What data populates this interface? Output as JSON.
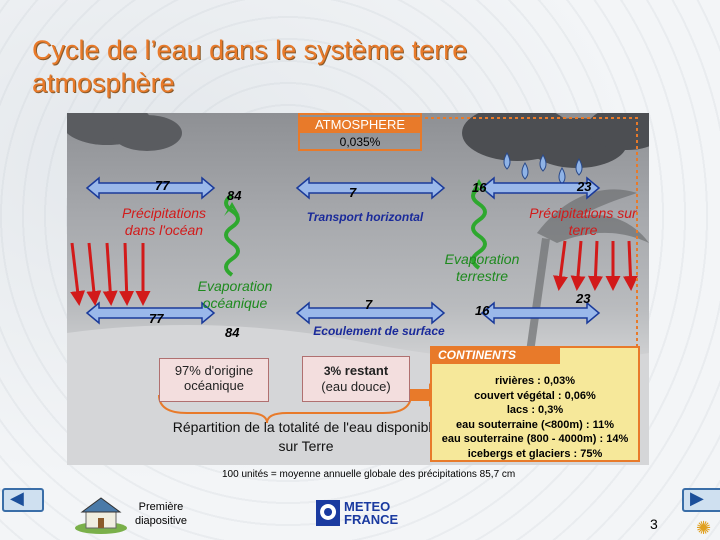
{
  "title": "Cycle de l’eau dans le système terre atmosphère",
  "atmosphere": {
    "label": "ATMOSPHERE",
    "percent": "0,035%"
  },
  "numbers": {
    "ocean_precip_in": "77",
    "ocean_evap_out": "84",
    "transport_top": "7",
    "land_evap_top": "16",
    "land_precip_top": "23",
    "ocean_bottom_left": "77",
    "ocean_bottom_right": "84",
    "runoff": "7",
    "land_bottom_evap": "16",
    "land_bottom_precip": "23"
  },
  "labels": {
    "precip_ocean": "Précipitations dans l'océan",
    "transport": "Transport horizontal",
    "precip_land": "Précipitations sur terre",
    "evap_land": "Evaporation terrestre",
    "evap_ocean": "Evaporation océanique",
    "runoff": "Ecoulement de surface"
  },
  "reservoirs": {
    "ocean": "97% d'origine océanique",
    "fresh_pct": "3%",
    "fresh_rest": "restant",
    "fresh_sub": "(eau douce)"
  },
  "repartition": "Répartition de la totalité de l'eau disponible sur Terre",
  "continents": {
    "title": "CONTINENTS",
    "items": [
      "rivières : 0,03%",
      "couvert végétal : 0,06%",
      "lacs : 0,3%",
      "eau souterraine (<800m) : 11%",
      "eau souterraine (800 - 4000m) : 14%",
      "icebergs et glaciers : 75%"
    ]
  },
  "footnote": "100 unités = moyenne annuelle globale des précipitations 85,7 cm",
  "nav": {
    "prev_icon": "left-arrow-icon",
    "next_icon": "right-arrow-icon"
  },
  "home": {
    "line1": "Première",
    "line2": "diapositive"
  },
  "logo": {
    "line1": "METEO",
    "line2": "FRANCE"
  },
  "page_number": "3",
  "colors": {
    "accent": "#e87a2a",
    "arrow_blue": "#7aa0e0",
    "rain_red": "#d21a1a",
    "evap_green": "#2ea82e"
  }
}
